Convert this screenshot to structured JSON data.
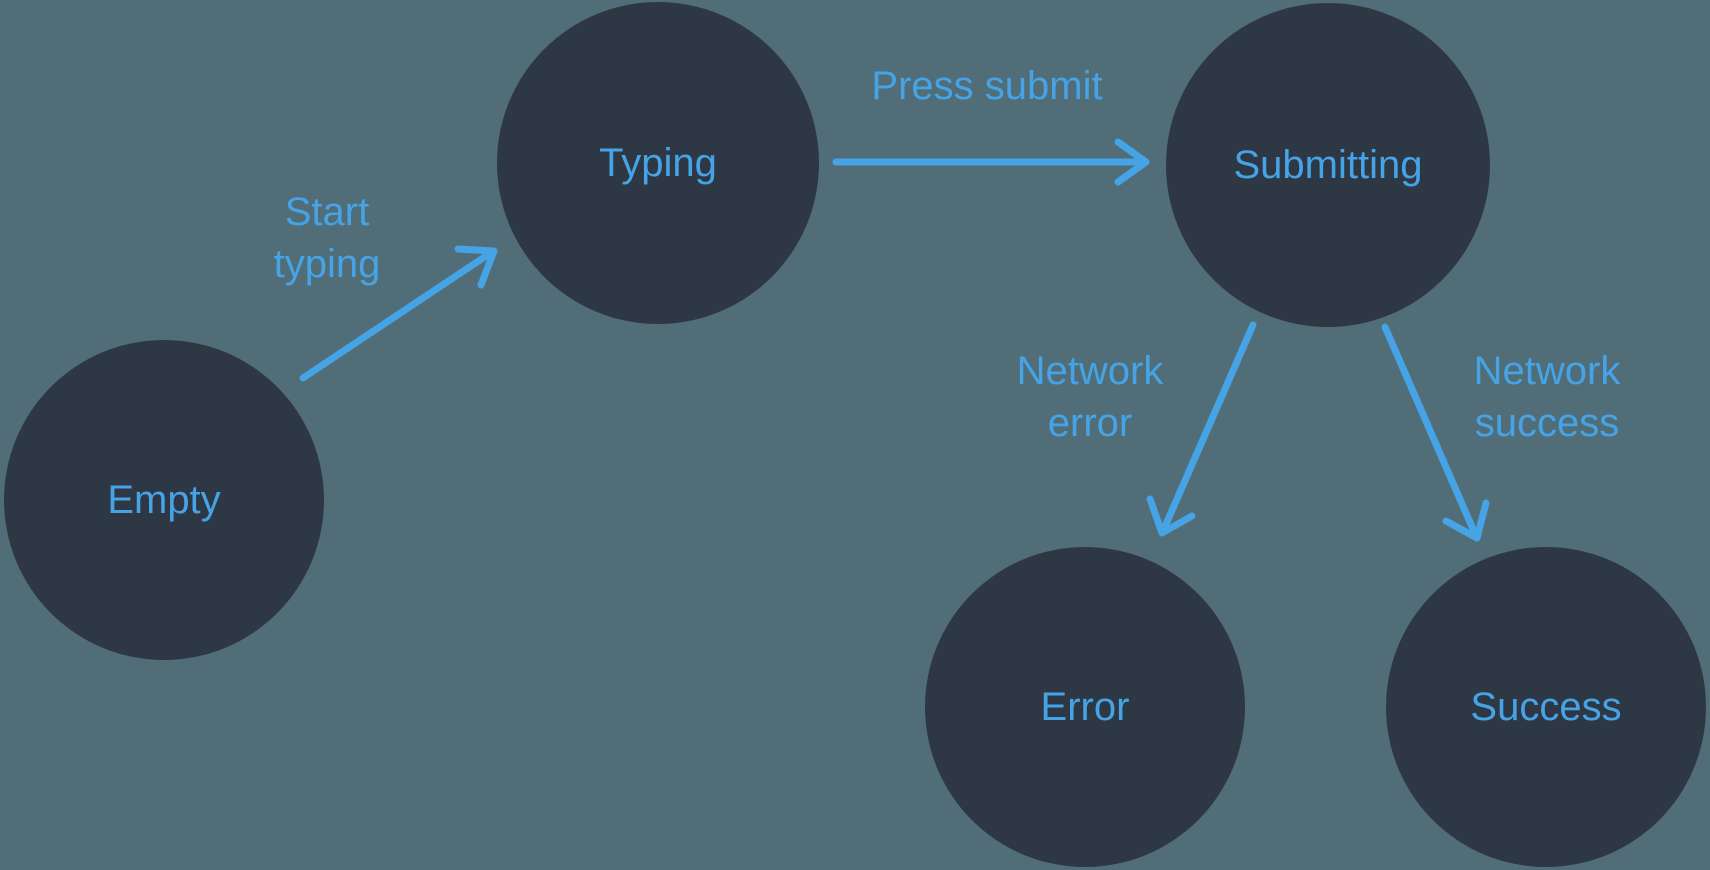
{
  "diagram": {
    "type": "state-machine",
    "nodes": [
      {
        "id": "empty",
        "label": "Empty"
      },
      {
        "id": "typing",
        "label": "Typing"
      },
      {
        "id": "submitting",
        "label": "Submitting"
      },
      {
        "id": "error",
        "label": "Error"
      },
      {
        "id": "success",
        "label": "Success"
      }
    ],
    "edges": [
      {
        "id": "start-typing",
        "from": "empty",
        "to": "typing",
        "label": "Start typing",
        "label_lines": [
          "Start",
          "typing"
        ]
      },
      {
        "id": "press-submit",
        "from": "typing",
        "to": "submitting",
        "label": "Press submit",
        "label_lines": [
          "Press submit"
        ]
      },
      {
        "id": "network-error",
        "from": "submitting",
        "to": "error",
        "label": "Network error",
        "label_lines": [
          "Network",
          "error"
        ]
      },
      {
        "id": "network-success",
        "from": "submitting",
        "to": "success",
        "label": "Network success",
        "label_lines": [
          "Network",
          "success"
        ]
      }
    ]
  },
  "colors": {
    "background": "#516d77",
    "node_fill": "#2e3744",
    "accent_blue": "#45a3e6"
  }
}
